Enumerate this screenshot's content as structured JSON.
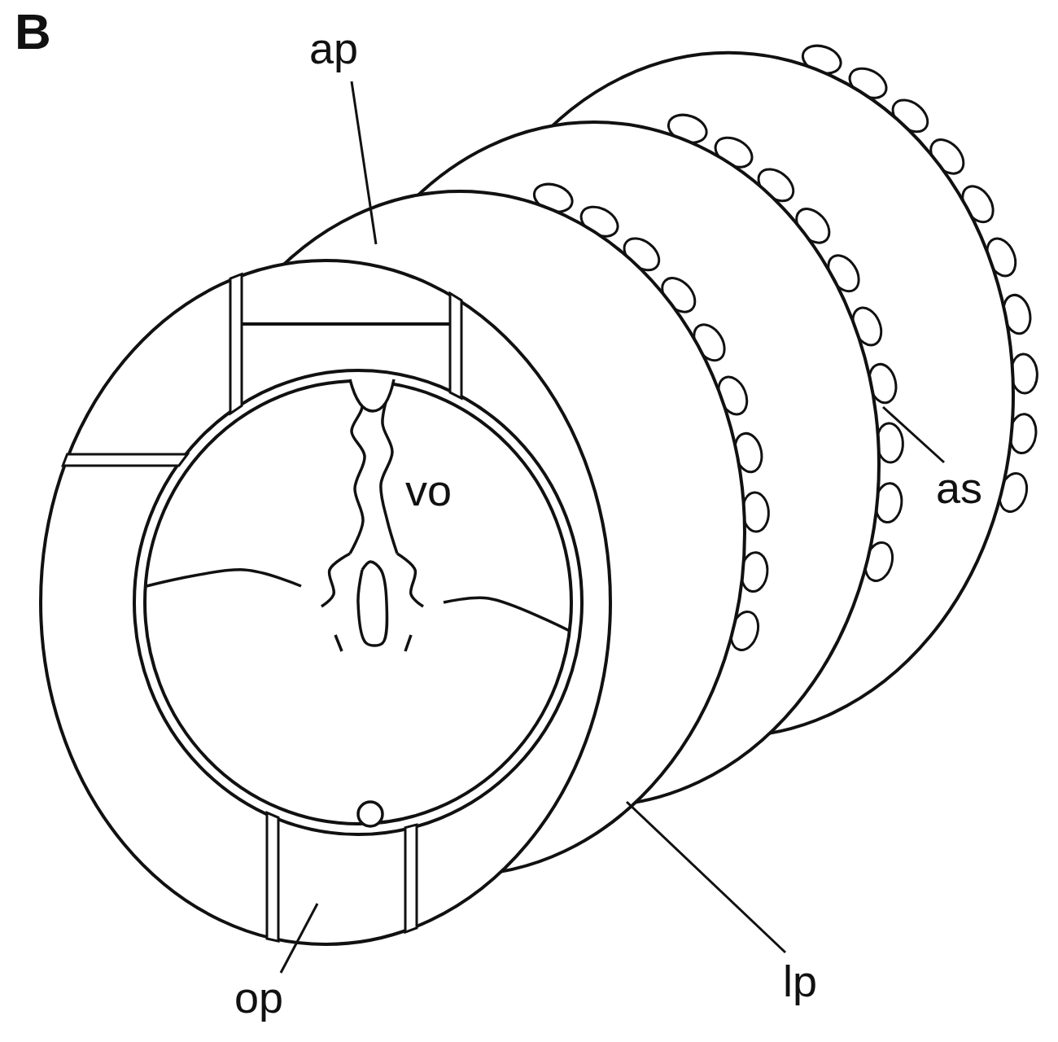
{
  "diagram": {
    "labels": [
      "B",
      "ap",
      "vo",
      "as",
      "lp",
      "op"
    ]
  }
}
